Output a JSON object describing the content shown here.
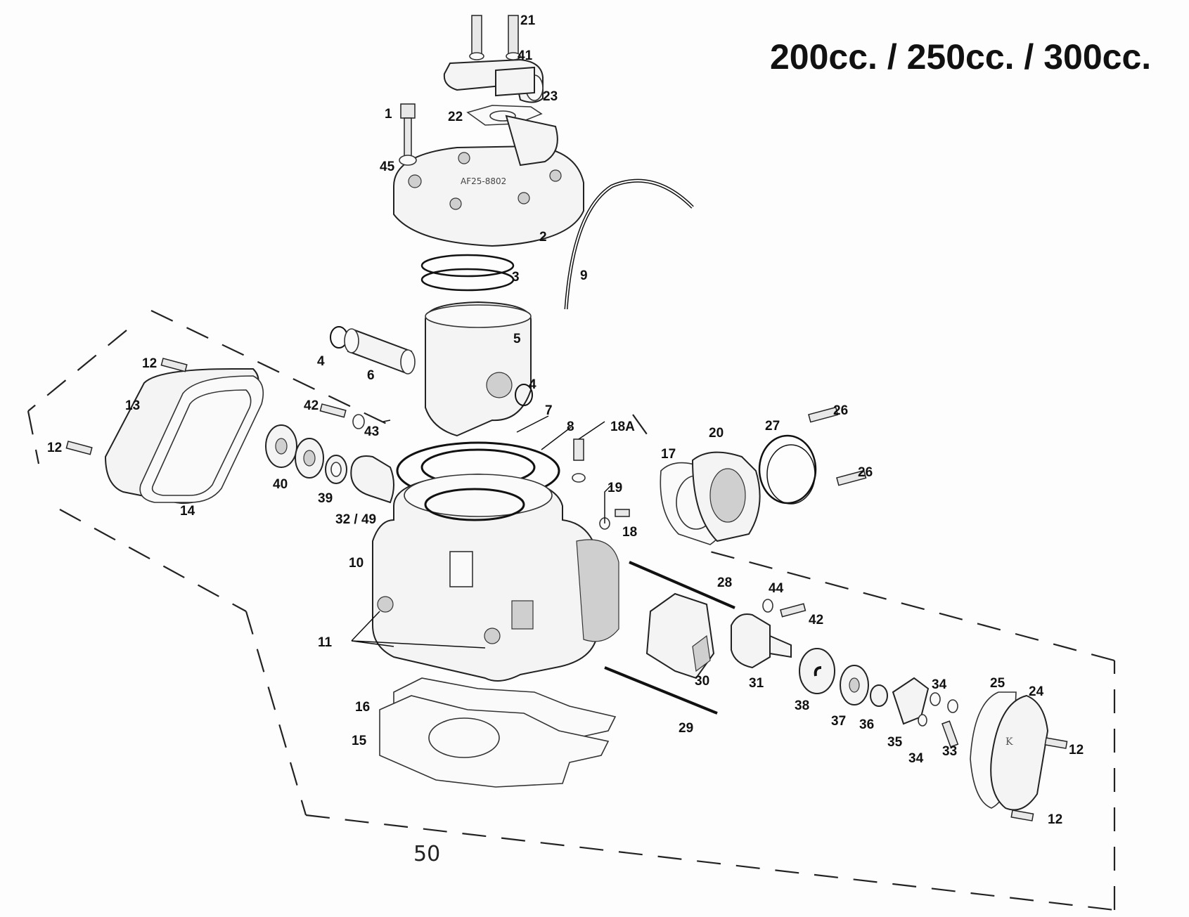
{
  "title": "200cc. / 250cc. / 300cc.",
  "page_number": "50",
  "callouts": {
    "c1": "1",
    "c2": "2",
    "c3": "3",
    "c4a": "4",
    "c4b": "4",
    "c5": "5",
    "c6": "6",
    "c7": "7",
    "c8": "8",
    "c9": "9",
    "c10": "10",
    "c11": "11",
    "c12a": "12",
    "c12b": "12",
    "c12c": "12",
    "c12d": "12",
    "c13": "13",
    "c14": "14",
    "c15": "15",
    "c16": "16",
    "c17": "17",
    "c18": "18",
    "c18a": "18A",
    "c19": "19",
    "c20": "20",
    "c21": "21",
    "c22": "22",
    "c23": "23",
    "c24": "24",
    "c25": "25",
    "c26a": "26",
    "c26b": "26",
    "c27": "27",
    "c28": "28",
    "c29": "29",
    "c30": "30",
    "c31": "31",
    "c32": "32 / 49",
    "c33": "33",
    "c34a": "34",
    "c34b": "34",
    "c35": "35",
    "c36": "36",
    "c37": "37",
    "c38": "38",
    "c39": "39",
    "c40": "40",
    "c41": "41",
    "c42a": "42",
    "c42b": "42",
    "c43": "43",
    "c44": "44",
    "c45": "45"
  }
}
